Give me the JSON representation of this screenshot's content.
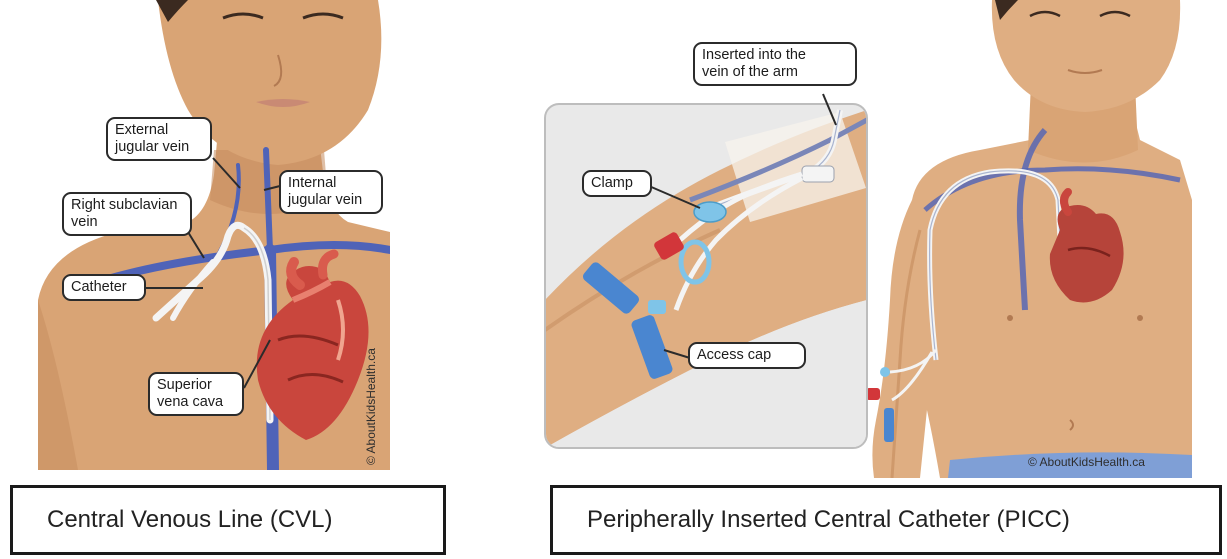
{
  "cvl": {
    "labels": {
      "external_jugular": "External\njugular vein",
      "internal_jugular": "Internal\njugular vein",
      "right_subclavian": "Right subclavian\nvein",
      "catheter": "Catheter",
      "superior_vena_cava": "Superior\nvena cava"
    },
    "credit": "© AboutKidsHealth.ca",
    "caption": "Central Venous Line (CVL)"
  },
  "picc": {
    "labels": {
      "inserted_vein_arm": "Inserted into the\nvein of the arm",
      "clamp": "Clamp",
      "access_cap": "Access cap"
    },
    "credit": "© AboutKidsHealth.ca",
    "caption": "Peripherally Inserted Central Catheter (PICC)"
  },
  "colors": {
    "skin": "#d9a475",
    "skin_shadow": "#c48a5c",
    "hair": "#3b2a20",
    "vein": "#4f63b8",
    "heart": "#c9463d",
    "catheter": "#f4f4f4",
    "clamp": "#7fc4e8",
    "cap": "#4a86d0",
    "red_cap": "#d2363a"
  }
}
